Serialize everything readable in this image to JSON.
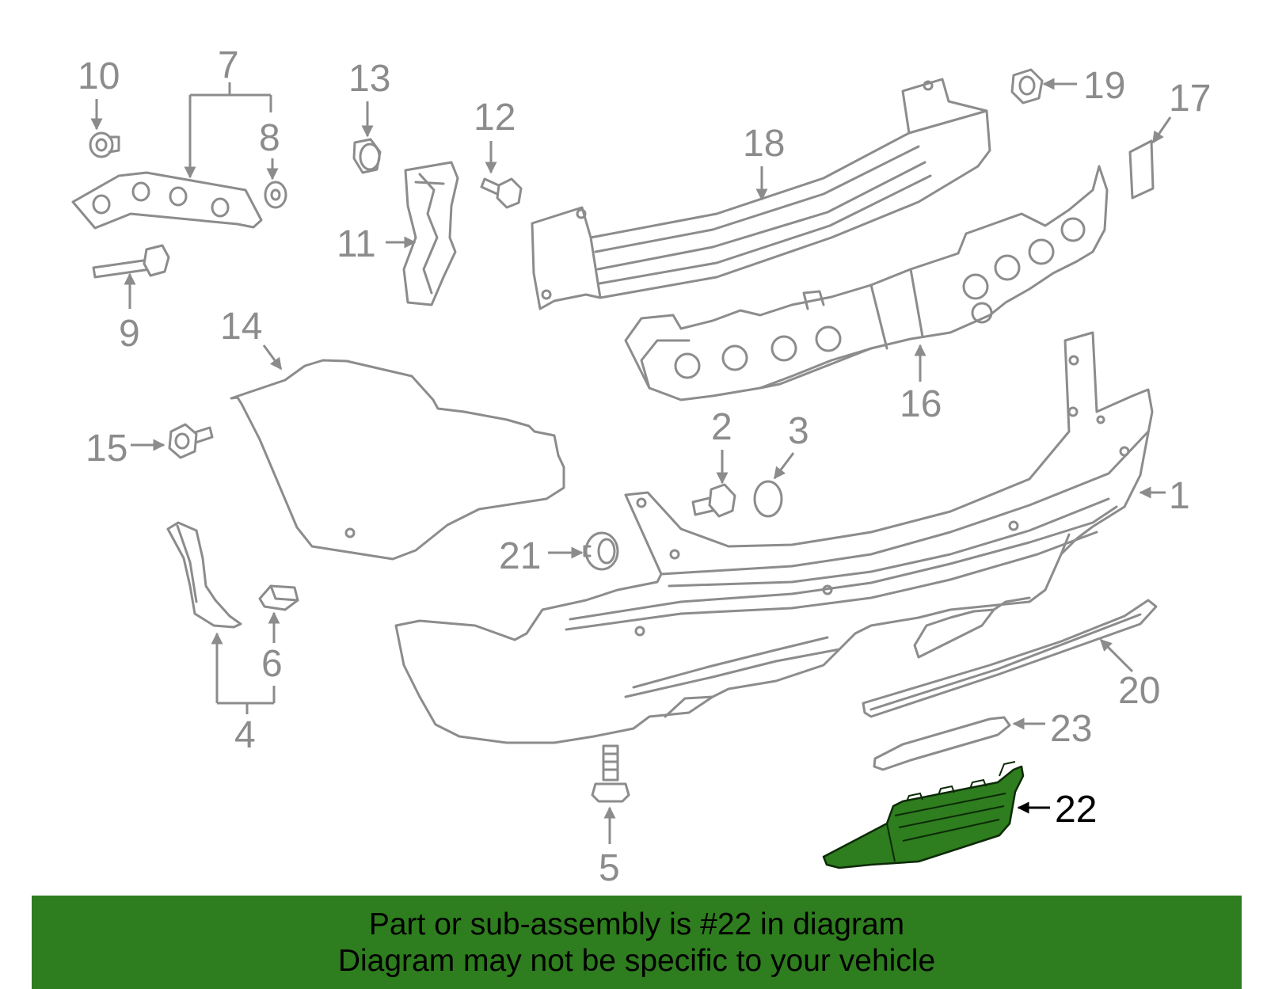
{
  "callouts": {
    "c1": "1",
    "c2": "2",
    "c3": "3",
    "c4": "4",
    "c5": "5",
    "c6": "6",
    "c7": "7",
    "c8": "8",
    "c9": "9",
    "c10": "10",
    "c11": "11",
    "c12": "12",
    "c13": "13",
    "c14": "14",
    "c15": "15",
    "c16": "16",
    "c17": "17",
    "c18": "18",
    "c19": "19",
    "c20": "20",
    "c21": "21",
    "c22": "22",
    "c23": "23"
  },
  "highlighted_part": "22",
  "colors": {
    "highlight": "#2e7d1e",
    "banner": "#2e7d1e",
    "line_art": "#8c8c8c",
    "text": "#000000"
  },
  "banner": {
    "line1": "Part or sub-assembly is #22 in diagram",
    "line2": "Diagram may not be specific to your vehicle"
  }
}
